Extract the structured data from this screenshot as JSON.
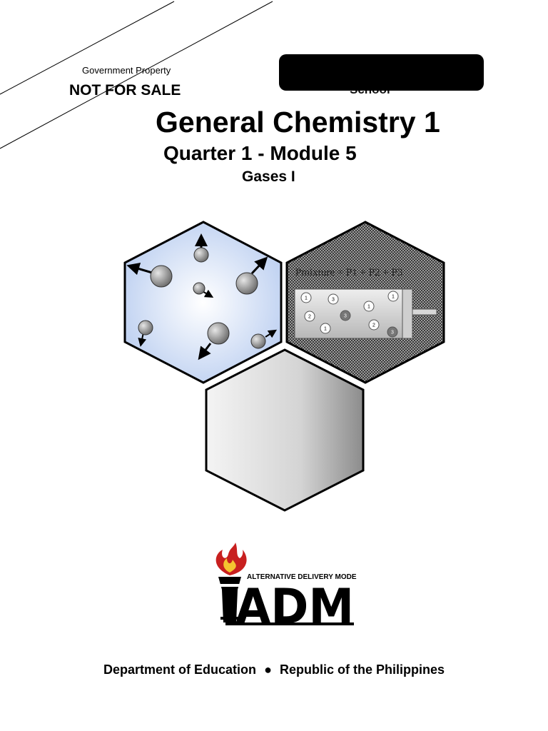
{
  "header": {
    "government_property": "Government Property",
    "not_for_sale": "NOT FOR SALE",
    "school_label": "School"
  },
  "title": {
    "main": "General Chemistry 1",
    "module": "Quarter 1 - Module 5",
    "topic": "Gases I"
  },
  "illustration": {
    "pressure_equation": "Pmixture = P1 + P2 + P3",
    "particle_labels": [
      "1",
      "3",
      "1",
      "1",
      "2",
      "3",
      "1",
      "2",
      "3"
    ]
  },
  "logo": {
    "tagline": "ALTERNATIVE DELIVERY MODE",
    "wordmark": "ADM",
    "icon": "torch-icon"
  },
  "footer": {
    "left": "Department of Education",
    "separator": "●",
    "right": "Republic of the Philippines"
  },
  "colors": {
    "molecule_hex_fill": "#d6e3f8",
    "mixture_hex_fill": "#6e6e6e",
    "flame_red": "#c8201f",
    "flame_yellow": "#f4c430",
    "text": "#000000"
  }
}
